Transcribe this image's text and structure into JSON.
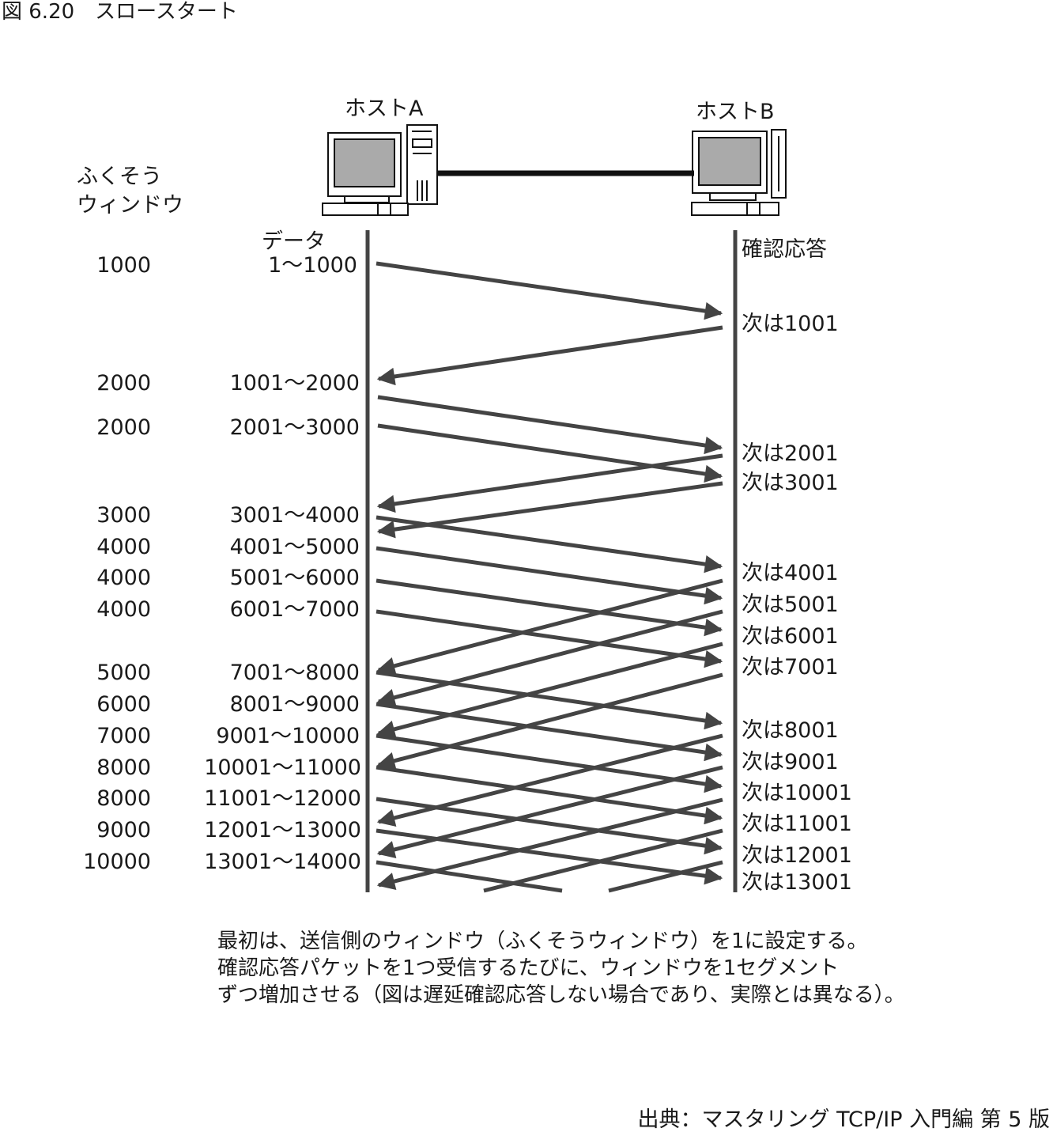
{
  "figure_title": "図 6.20　スロースタート",
  "host_a": "ホストA",
  "host_b": "ホストB",
  "cwnd_label": "ふくそう\nウィンドウ",
  "data_label": "データ",
  "ack_label": "確認応答",
  "rows": [
    {
      "cwnd": "1000",
      "range": "1～1000"
    },
    {
      "cwnd": "2000",
      "range": "1001～2000"
    },
    {
      "cwnd": "2000",
      "range": "2001～3000"
    },
    {
      "cwnd": "3000",
      "range": "3001～4000"
    },
    {
      "cwnd": "4000",
      "range": "4001～5000"
    },
    {
      "cwnd": "4000",
      "range": "5001～6000"
    },
    {
      "cwnd": "4000",
      "range": "6001～7000"
    },
    {
      "cwnd": "5000",
      "range": "7001～8000"
    },
    {
      "cwnd": "6000",
      "range": "8001～9000"
    },
    {
      "cwnd": "7000",
      "range": "9001～10000"
    },
    {
      "cwnd": "8000",
      "range": "10001～11000"
    },
    {
      "cwnd": "8000",
      "range": "11001～12000"
    },
    {
      "cwnd": "9000",
      "range": "12001～13000"
    },
    {
      "cwnd": "10000",
      "range": "13001～14000"
    }
  ],
  "acks": [
    "次は1001",
    "次は2001",
    "次は3001",
    "次は4001",
    "次は5001",
    "次は6001",
    "次は7001",
    "次は8001",
    "次は9001",
    "次は10001",
    "次は11001",
    "次は12001",
    "次は13001"
  ],
  "caption": "最初は、送信側のウィンドウ（ふくそうウィンドウ）を1に設定する。\n確認応答パケットを1つ受信するたびに、ウィンドウを1セグメント\nずつ増加させる（図は遅延確認応答しない場合であり、実際とは異なる）。",
  "source": "出典：マスタリング TCP/IP 入門編 第 5 版"
}
